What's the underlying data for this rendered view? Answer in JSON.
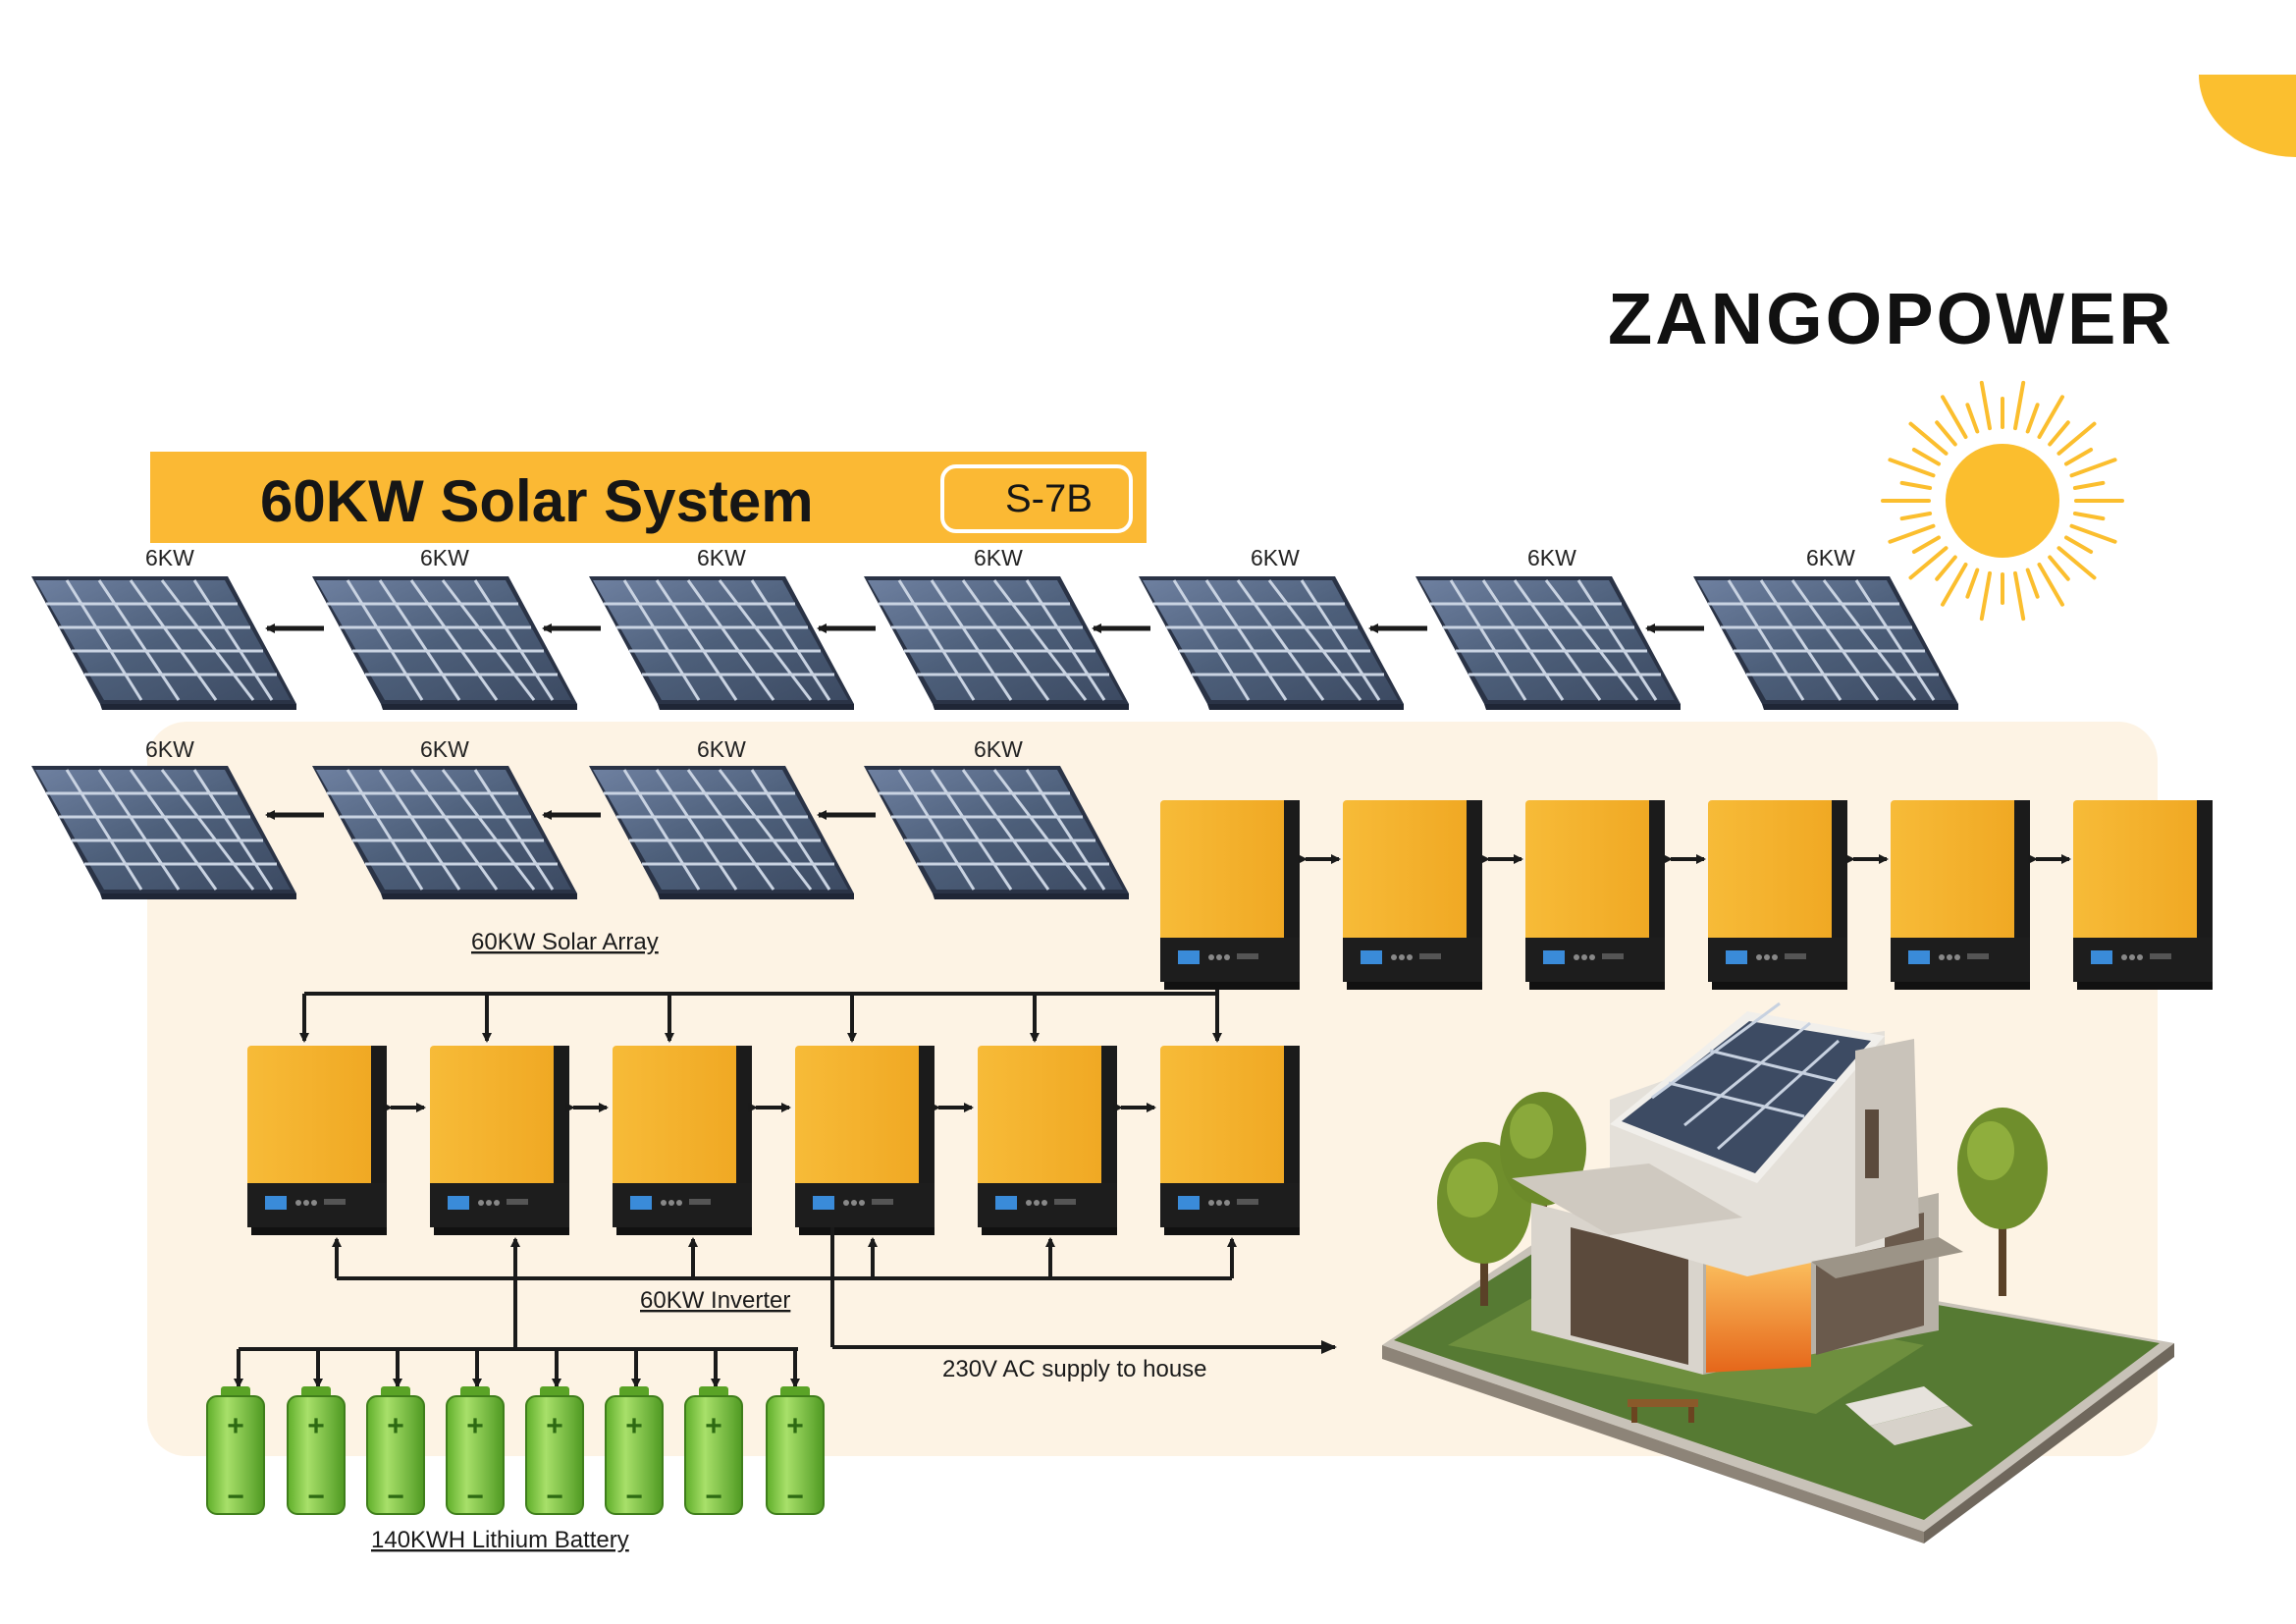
{
  "brand": {
    "name": "ZANGOPOWER"
  },
  "title": {
    "text": "60KW Solar System",
    "code": "S-7B"
  },
  "solar_array": {
    "caption": "60KW Solar Array",
    "panels_row1": [
      "6KW",
      "6KW",
      "6KW",
      "6KW",
      "6KW",
      "6KW",
      "6KW"
    ],
    "panels_row2": [
      "6KW",
      "6KW",
      "6KW",
      "6KW"
    ]
  },
  "inverters": {
    "caption": "60KW Inverter",
    "row1_count": 6,
    "row2_count": 6
  },
  "battery": {
    "caption": "140KWH Lithium Battery",
    "count": 8,
    "plus": "+",
    "minus": "−"
  },
  "output": {
    "label": "230V AC supply to house"
  },
  "colors": {
    "accent": "#fbb934",
    "panel": "#4d5f7a",
    "inverter": "#f5b12e",
    "battery": "#7cc63d",
    "background": "#fdf3e4"
  },
  "icons": [
    "sun-icon",
    "solar-panel-icon",
    "inverter-icon",
    "battery-icon",
    "house-icon",
    "arrow-icon"
  ]
}
